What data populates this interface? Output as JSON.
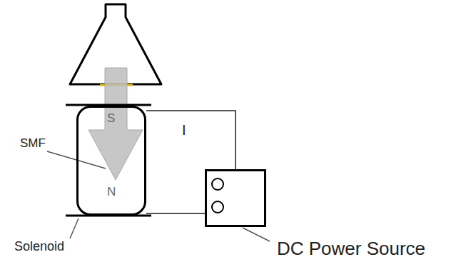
{
  "diagram": {
    "nodes": [
      {
        "text": [
          "S",
          "N"
        ]
      },
      {
        "text": [
          "DC Power Source"
        ]
      }
    ],
    "edges": [
      {
        "from": 0,
        "to": 1,
        "arrow": "none",
        "label": "I"
      },
      {
        "from": 0,
        "to": 1,
        "arrow": "none"
      }
    ],
    "labels": [
      "SMF",
      "Solenoid"
    ]
  }
}
